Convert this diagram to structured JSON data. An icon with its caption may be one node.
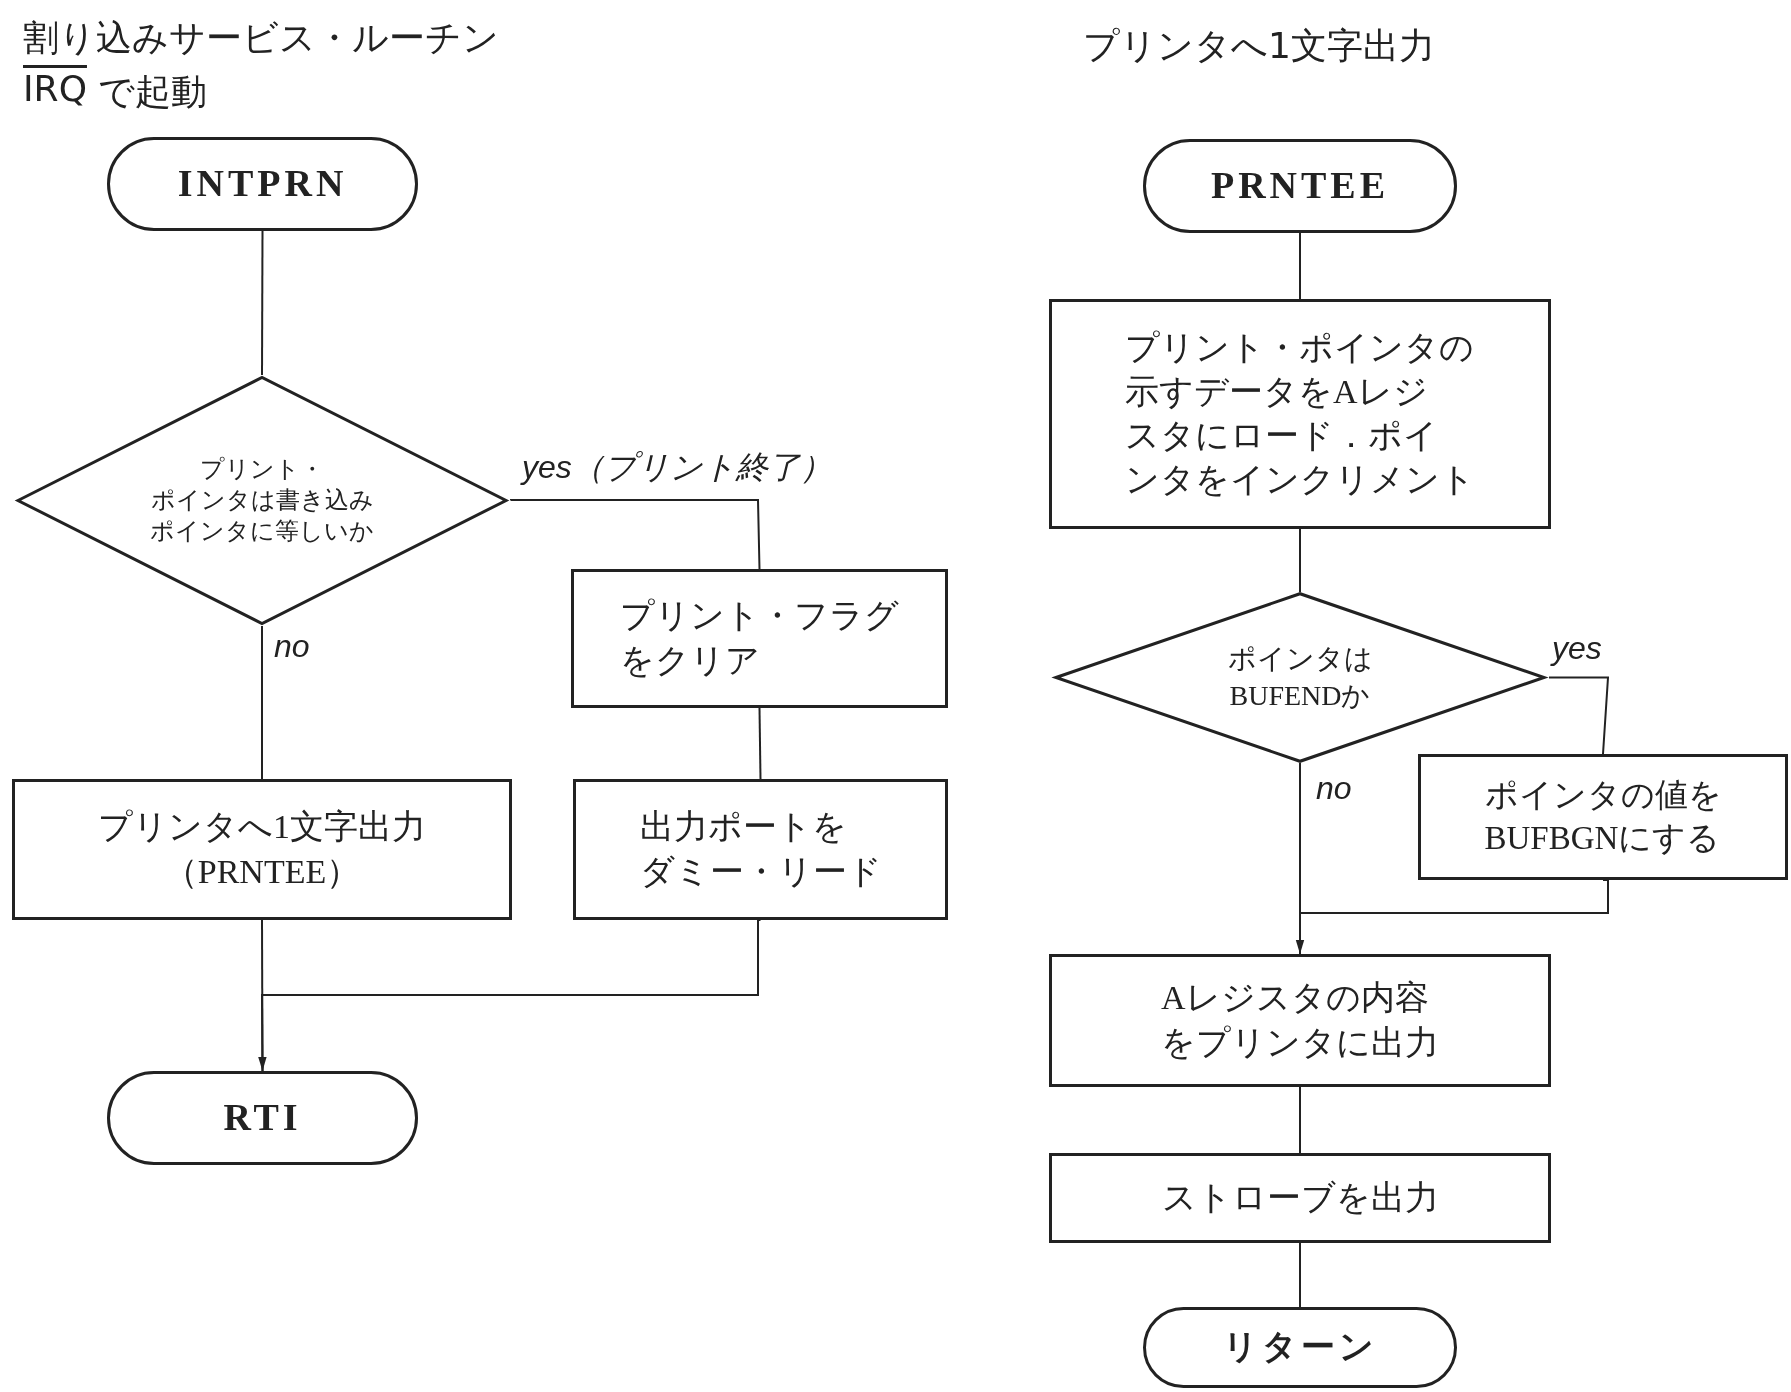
{
  "diagram": {
    "nodes": [
      {
        "text": [
          "INTPRN"
        ]
      },
      {
        "text": [
          "プリント・ポインタは書き込みポインタに等しいか"
        ]
      },
      {
        "text": [
          "プリント・フラグをクリア"
        ]
      },
      {
        "text": [
          "プリンタへ1文字出力（PRNTEE）"
        ]
      },
      {
        "text": [
          "出力ポートをダミー・リード"
        ]
      },
      {
        "text": [
          "RTI"
        ]
      },
      {
        "text": [
          "PRNTEE"
        ]
      },
      {
        "text": [
          "プリント・ポインタの示すデータをAレジスタにロード．ポインタをインクリメント"
        ]
      },
      {
        "text": [
          "ポインタはBUFENDか"
        ]
      },
      {
        "text": [
          "ポインタの値をBUFBGNにする"
        ]
      },
      {
        "text": [
          "Aレジスタの内容をプリンタに出力"
        ]
      },
      {
        "text": [
          "ストローブを出力"
        ]
      },
      {
        "text": [
          "リターン"
        ]
      }
    ],
    "edges": [
      {
        "from": 0,
        "to": 1,
        "arrow": "none"
      },
      {
        "from": 1,
        "to": 2,
        "arrow": "none",
        "label": "yes（プリント終了）"
      },
      {
        "from": 1,
        "to": 3,
        "arrow": "none",
        "label": "no"
      },
      {
        "from": 2,
        "to": 4,
        "arrow": "none"
      },
      {
        "from": 3,
        "to": 5,
        "arrow": "none"
      },
      {
        "from": 4,
        "to": 5,
        "arrow": "to"
      },
      {
        "from": 6,
        "to": 7,
        "arrow": "none"
      },
      {
        "from": 7,
        "to": 8,
        "arrow": "none"
      },
      {
        "from": 8,
        "to": 9,
        "arrow": "none",
        "label": "yes"
      },
      {
        "from": 8,
        "to": 10,
        "arrow": "none",
        "label": "no"
      },
      {
        "from": 9,
        "to": 10,
        "arrow": "to"
      },
      {
        "from": 10,
        "to": 11,
        "arrow": "none"
      },
      {
        "from": 11,
        "to": 12,
        "arrow": "none"
      }
    ],
    "labels": [
      "割り込みサービス・ルーチン",
      "IRQ",
      "で起動",
      "プリンタへ1文字出力"
    ]
  }
}
